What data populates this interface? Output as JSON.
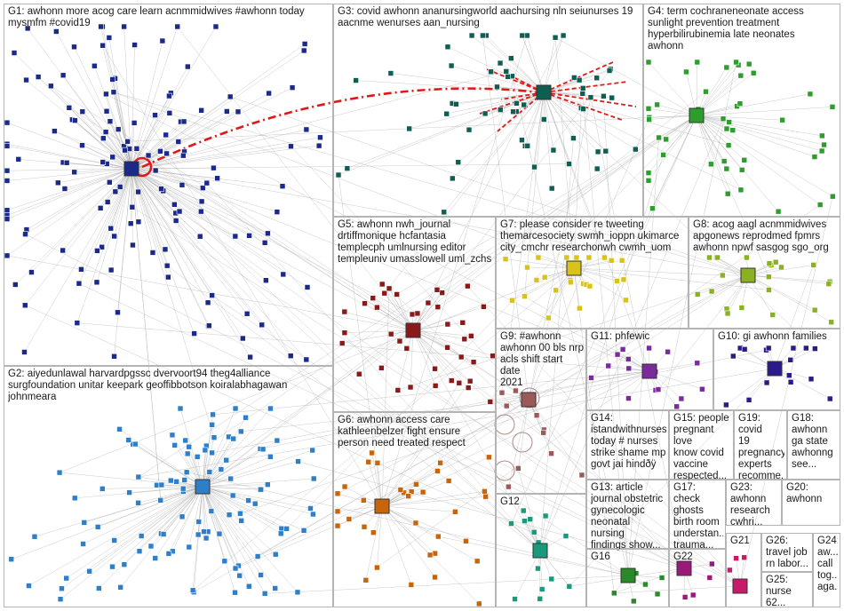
{
  "groups": [
    {
      "id": "G1",
      "label": "G1: awhonn more acog care learn acnmmidwives #awhonn today\nmysmfm #covid19",
      "color": "#1b2a8a"
    },
    {
      "id": "G2",
      "label": "G2: aiyedunlawal harvardpgssc dvervoort94 theg4alliance\nsurgfoundation unitar keepark geoffibbotson koiralabhagawan\njohnmeara",
      "color": "#2e7fc7"
    },
    {
      "id": "G3",
      "label": "G3: covid awhonn ananursingworld aachursing nln seiunurses 19\naacnme wenurses aan_nursing",
      "color": "#0f5e52"
    },
    {
      "id": "G4",
      "label": "G4: term cochraneneonate access\nsunlight prevention treatment\nhyperbilirubinemia late neonates\nawhonn",
      "color": "#2d9e2d"
    },
    {
      "id": "G5",
      "label": "G5: awhonn nwh_journal\ndrtiffmonique hcfantasia\ntemplecph umlnursing editor\ntempleuniv umasslowell uml_zchs",
      "color": "#8a1a1a"
    },
    {
      "id": "G6",
      "label": "G6: awhonn access care\nkathleenbelzer fight ensure\nperson need treated respect",
      "color": "#c8640a"
    },
    {
      "id": "G7",
      "label": "G7: please consider re tweeting\nthemarcesociety swmh_ioppn ukimarce\ncity_cmchr researchonwh cwmh_uom",
      "color": "#d9c21a"
    },
    {
      "id": "G8",
      "label": "G8: acog aagl acnmmidwives\napgonews reprodmed fpmrs\nawhonn npwf sasgog sgo_org",
      "color": "#8ab11f"
    },
    {
      "id": "G9",
      "label": "G9: #awhonn\nawhonn 00 bls nrp\nacls shift start date\n2021",
      "color": "#9a5a5a"
    },
    {
      "id": "G10",
      "label": "G10: gi awhonn families",
      "color": "#2a1a8a"
    },
    {
      "id": "G11",
      "label": "G11: phfewic",
      "color": "#7a2a9a"
    },
    {
      "id": "G12",
      "label": "G12",
      "color": "#1a9a7a"
    },
    {
      "id": "G13",
      "label": "G13: article\njournal obstetric\ngynecologic\nneonatal nursing\nfindings show...",
      "color": "#8a1a6a"
    },
    {
      "id": "G14",
      "label": "G14:\nistandwithnurses\ntoday # nurses\nstrike shame mp\ngovt jai hindðÿ",
      "color": "#5a5a5a"
    },
    {
      "id": "G15",
      "label": "G15: people\npregnant love\nknow covid\nvaccine\nrespected...",
      "color": "#5a5a5a"
    },
    {
      "id": "G16",
      "label": "G16",
      "color": "#2a8a2a"
    },
    {
      "id": "G17",
      "label": "G17: check\nghosts\nbirth room\nunderstan...\ntrauma...",
      "color": "#5a5a5a"
    },
    {
      "id": "G18",
      "label": "G18:\nawhonn\nga state\nawhonng\nsee...",
      "color": "#5a5a5a"
    },
    {
      "id": "G19",
      "label": "G19: covid\n19\npregnancy\nexperts\nrecomme...",
      "color": "#5a5a5a"
    },
    {
      "id": "G20",
      "label": "G20:\nawhonn",
      "color": "#5a5a5a"
    },
    {
      "id": "G21",
      "label": "G21",
      "color": "#c81a6a"
    },
    {
      "id": "G22",
      "label": "G22",
      "color": "#9a1a7a"
    },
    {
      "id": "G23",
      "label": "G23:\nawhonn\nresearch\ncwhri...",
      "color": "#5a5a5a"
    },
    {
      "id": "G24",
      "label": "G24:\naw...\ncall\ntog...\naga...",
      "color": "#5a5a5a"
    },
    {
      "id": "G25",
      "label": "G25:\nnurse 62...",
      "color": "#5a5a5a"
    },
    {
      "id": "G26",
      "label": "G26:\ntravel job\nrn labor...",
      "color": "#5a5a5a"
    }
  ],
  "edge_color": "#a0a0a0",
  "highlight_edge_color": "#e01818"
}
